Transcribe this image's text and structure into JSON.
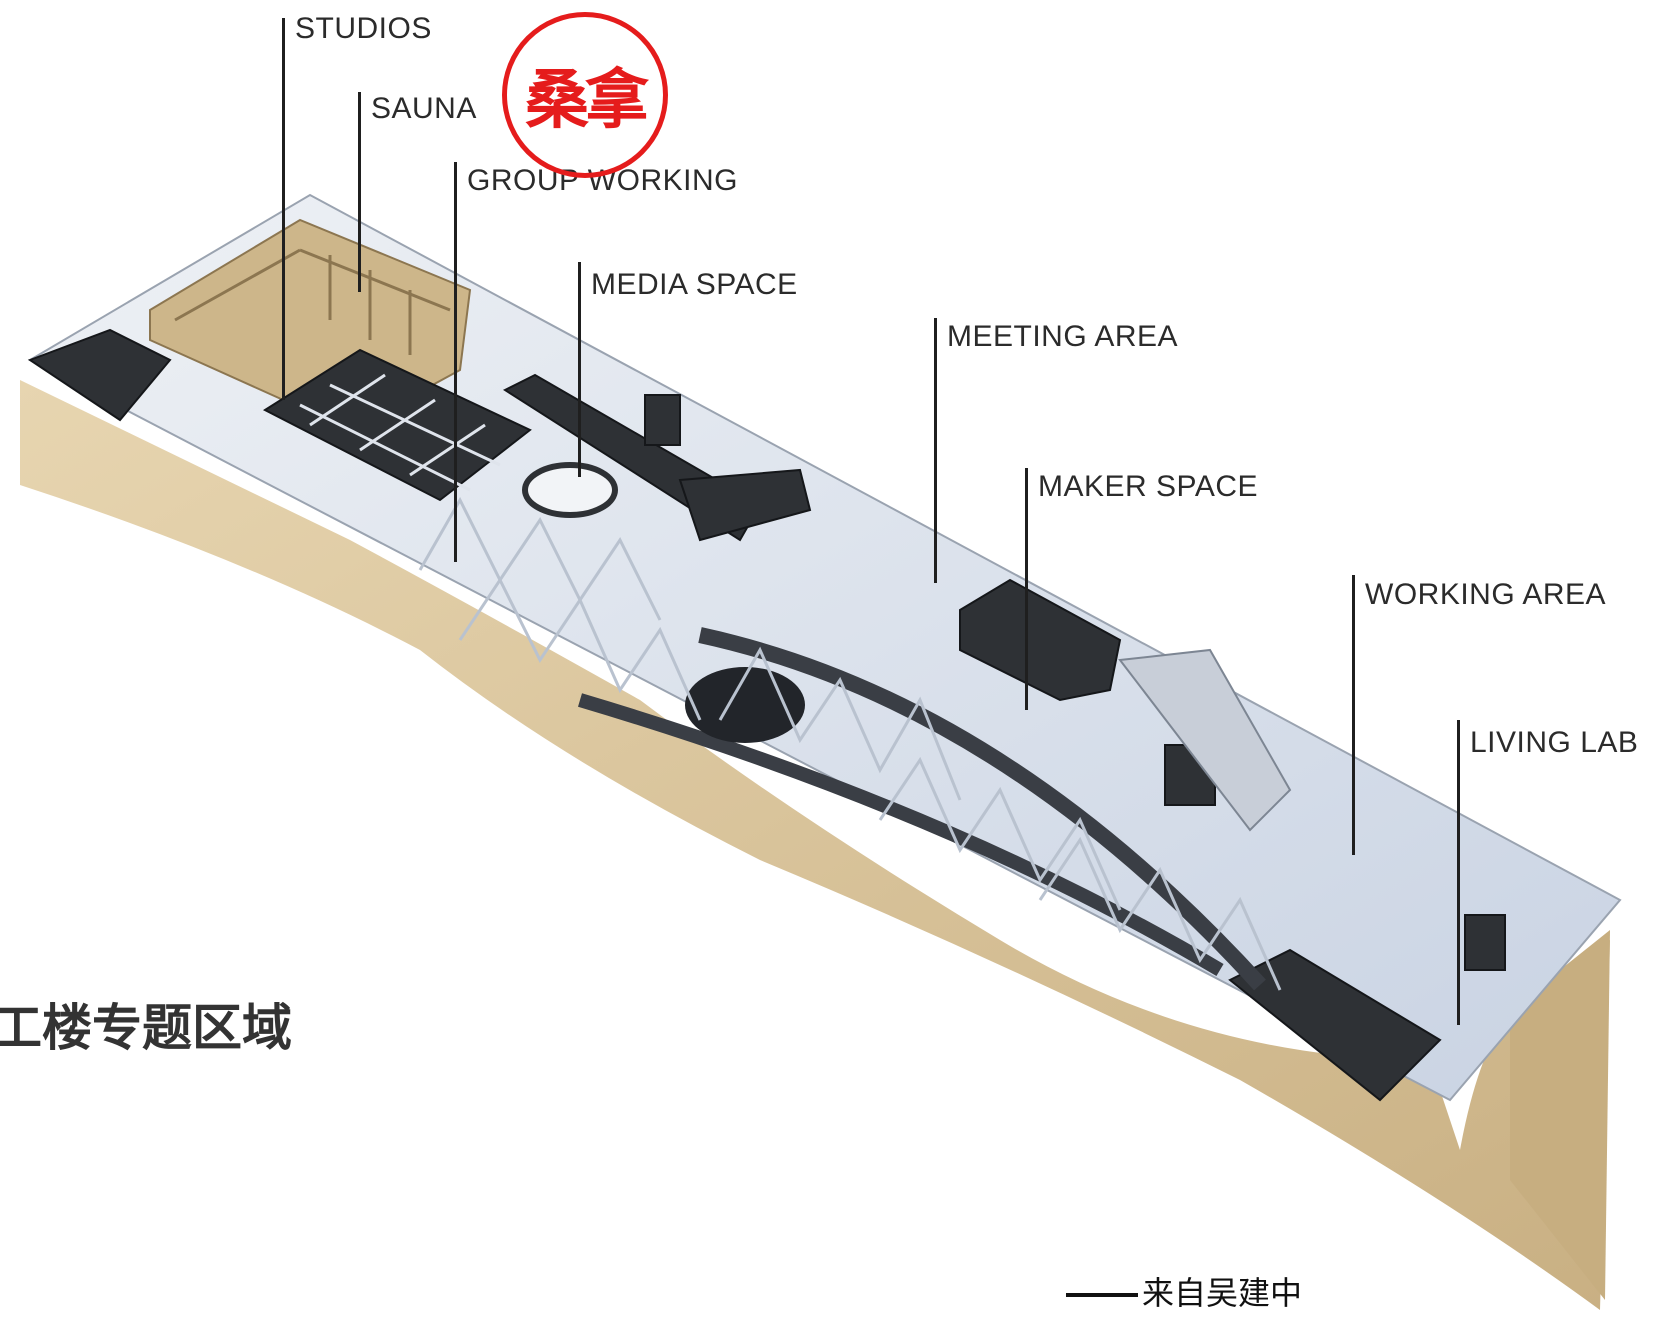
{
  "labels": {
    "studios": "STUDIOS",
    "sauna": "SAUNA",
    "group_working": "GROUP WORKING",
    "media_space": "MEDIA SPACE",
    "meeting_area": "MEETING AREA",
    "maker_space": "MAKER SPACE",
    "working_area": "WORKING AREA",
    "living_lab": "LIVING LAB"
  },
  "stamp_text": "桑拿",
  "side_title": "工楼专题区域",
  "credit": "来自吴建中",
  "colors": {
    "stamp_red": "#e51c1c",
    "sand": "#d9c49c",
    "dark_block": "#2e3135",
    "floor": "#dfe4ec"
  }
}
